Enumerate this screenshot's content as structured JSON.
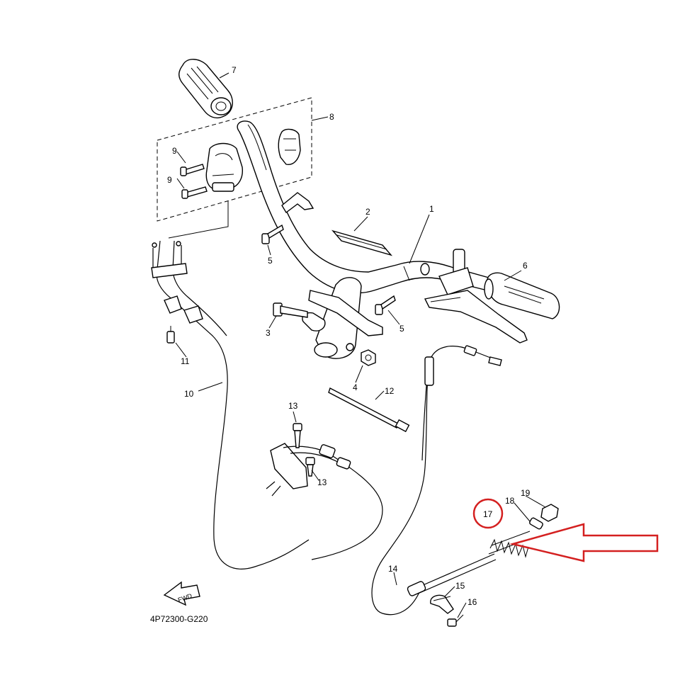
{
  "diagram": {
    "code": "4P72300-G220",
    "fwd_label": "FWD",
    "callouts": [
      {
        "id": "p1",
        "num": "1"
      },
      {
        "id": "p2",
        "num": "2"
      },
      {
        "id": "p3",
        "num": "3"
      },
      {
        "id": "p4",
        "num": "4"
      },
      {
        "id": "p5a",
        "num": "5"
      },
      {
        "id": "p5b",
        "num": "5"
      },
      {
        "id": "p6",
        "num": "6"
      },
      {
        "id": "p7",
        "num": "7"
      },
      {
        "id": "p8",
        "num": "8"
      },
      {
        "id": "p9a",
        "num": "9"
      },
      {
        "id": "p9b",
        "num": "9"
      },
      {
        "id": "p10",
        "num": "10"
      },
      {
        "id": "p11",
        "num": "11"
      },
      {
        "id": "p12",
        "num": "12"
      },
      {
        "id": "p13a",
        "num": "13"
      },
      {
        "id": "p13b",
        "num": "13"
      },
      {
        "id": "p14",
        "num": "14"
      },
      {
        "id": "p15",
        "num": "15"
      },
      {
        "id": "p16",
        "num": "16"
      },
      {
        "id": "p17",
        "num": "17"
      },
      {
        "id": "p18",
        "num": "18"
      },
      {
        "id": "p19",
        "num": "19"
      }
    ],
    "highlight": {
      "part": "17",
      "color": "#d42020"
    }
  }
}
